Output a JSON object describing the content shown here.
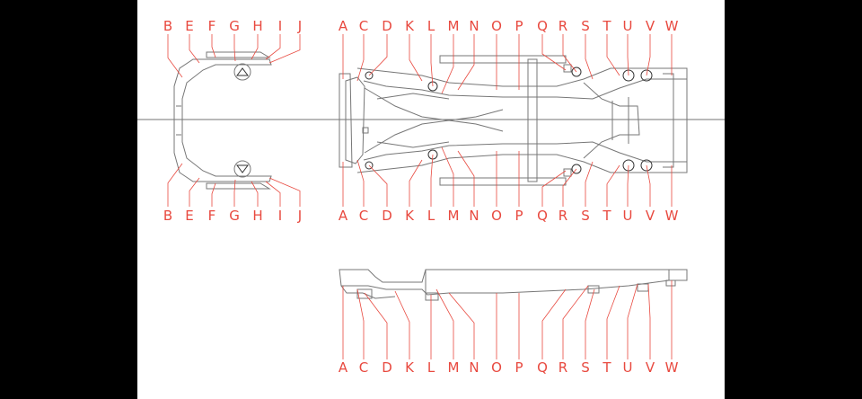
{
  "colors": {
    "background": "#000000",
    "sheet": "#ffffff",
    "callout": "#e8493f",
    "drawing": "#777777"
  },
  "top_view": {
    "front_labels_top": [
      "B",
      "E",
      "F",
      "G",
      "H",
      "I",
      "J"
    ],
    "front_labels_bottom": [
      "B",
      "E",
      "F",
      "G",
      "H",
      "I",
      "J"
    ],
    "main_labels_top": [
      "A",
      "C",
      "D",
      "K",
      "L",
      "M",
      "N",
      "O",
      "P",
      "Q",
      "R",
      "S",
      "T",
      "U",
      "V",
      "W"
    ],
    "main_labels_bottom": [
      "A",
      "C",
      "D",
      "K",
      "L",
      "M",
      "N",
      "O",
      "P",
      "Q",
      "R",
      "S",
      "T",
      "U",
      "V",
      "W"
    ]
  },
  "side_view": {
    "labels": [
      "A",
      "C",
      "D",
      "K",
      "L",
      "M",
      "N",
      "O",
      "P",
      "Q",
      "R",
      "S",
      "T",
      "U",
      "V",
      "W"
    ]
  }
}
